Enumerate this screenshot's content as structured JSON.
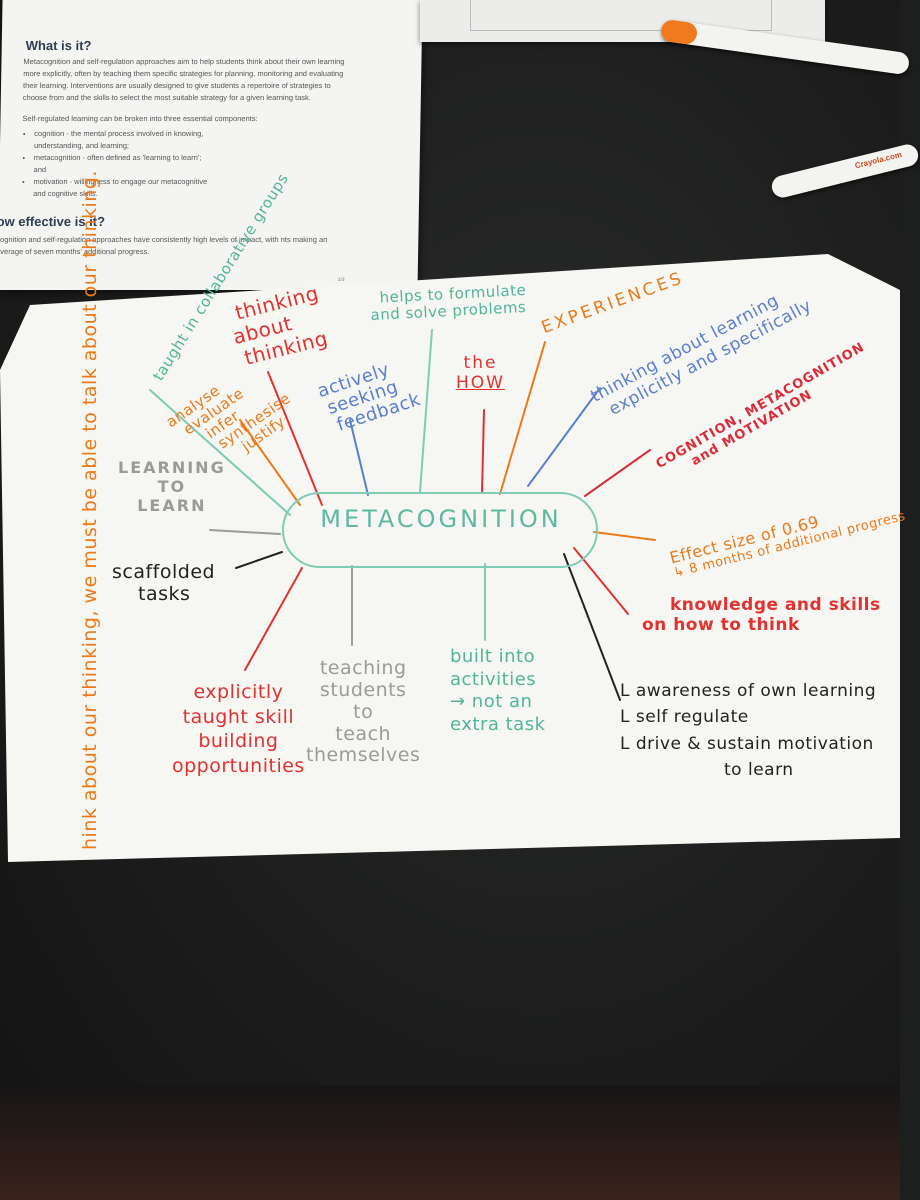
{
  "handout": {
    "heading_what": "What is it?",
    "para_what": "Metacognition and self-regulation approaches aim to help students think about their own learning more explicitly, often by teaching them specific strategies for planning, monitoring and evaluating their learning. Interventions are usually designed to give students a repertoire of strategies to choose from and the skills to select the most suitable strategy for a given learning task.",
    "para_components": "Self-regulated learning can be broken into three essential components:",
    "bullets": [
      "cognition - the mental process involved in knowing, understanding, and learning;",
      "metacognition - often defined as 'learning to learn'; and",
      "motivation - willingness to engage our metacognitive and cognitive skills."
    ],
    "heading_effective": "ow effective is it?",
    "para_effective": "cognition and self-regulation approaches have consistently high levels of impact, with nts making an average of seven months' additional progress.",
    "page_num": "1/3"
  },
  "marker": {
    "brand": "Crayola.com"
  },
  "mindmap": {
    "center": "METACOGNITION",
    "side_note": "hink about our thinking, we must be able to talk about our thinking.",
    "branches": {
      "taught_groups": "taught in collaborative groups",
      "thinking_about": [
        "thinking",
        "about",
        "thinking"
      ],
      "helps": [
        "helps to formulate",
        "and solve problems"
      ],
      "experiences": "EXPERIENCES",
      "explicitly": [
        "thinking about learning",
        "explicitly and specifically"
      ],
      "analyse": [
        "analyse",
        "evaluate",
        "infer",
        "synthesise",
        "justify"
      ],
      "seeking": [
        "actively",
        "seeking",
        "feedback"
      ],
      "how": [
        "the",
        "HOW"
      ],
      "components": [
        "COGNITION, METACOGNITION",
        "and MOTIVATION"
      ],
      "learning_to_learn": [
        "LEARNING",
        "TO",
        "LEARN"
      ],
      "effect": [
        "Effect size of 0.69",
        "↳ 8 months of additional progress"
      ],
      "scaffolded": [
        "scaffolded",
        "tasks"
      ],
      "knowledge": [
        "knowledge and skills",
        "on how to think"
      ],
      "explicitly_taught": [
        "explicitly",
        "taught skill",
        "building",
        "opportunities"
      ],
      "teaching": [
        "teaching",
        "students",
        "to",
        "teach",
        "themselves"
      ],
      "built": [
        "built into",
        "activities",
        "→ not an",
        "extra task"
      ],
      "awareness": [
        "L awareness of own learning",
        "L self regulate",
        "L drive & sustain motivation",
        "to learn"
      ]
    }
  }
}
